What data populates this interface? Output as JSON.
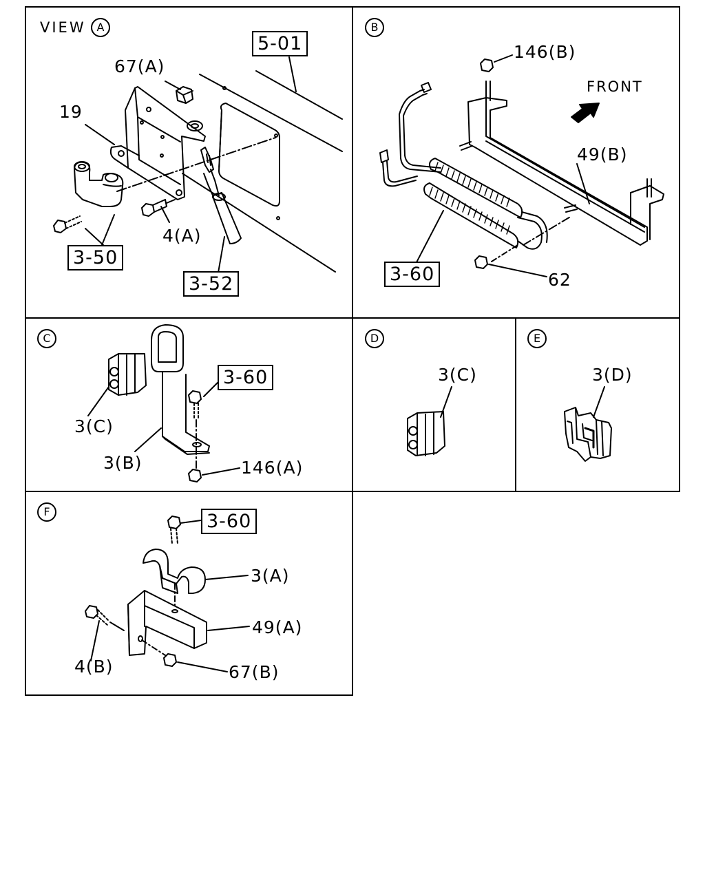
{
  "panels": {
    "a": {
      "view_text": "VIEW",
      "letter": "A"
    },
    "b": {
      "letter": "B"
    },
    "c": {
      "letter": "C"
    },
    "d": {
      "letter": "D"
    },
    "e": {
      "letter": "E"
    },
    "f": {
      "letter": "F"
    }
  },
  "labels": {
    "a_67A": "67(A)",
    "a_19": "19",
    "a_4A": "4(A)",
    "b_146B": "146(B)",
    "b_front": "FRONT",
    "b_49B": "49(B)",
    "b_62": "62",
    "c_3C": "3(C)",
    "c_3B": "3(B)",
    "c_146A": "146(A)",
    "d_3C": "3(C)",
    "e_3D": "3(D)",
    "f_3A": "3(A)",
    "f_49A": "49(A)",
    "f_4B": "4(B)",
    "f_67B": "67(B)"
  },
  "refs": {
    "a_5_01": "5-01",
    "a_3_50": "3-50",
    "a_3_52": "3-52",
    "b_3_60": "3-60",
    "c_3_60": "3-60",
    "f_3_60": "3-60"
  }
}
